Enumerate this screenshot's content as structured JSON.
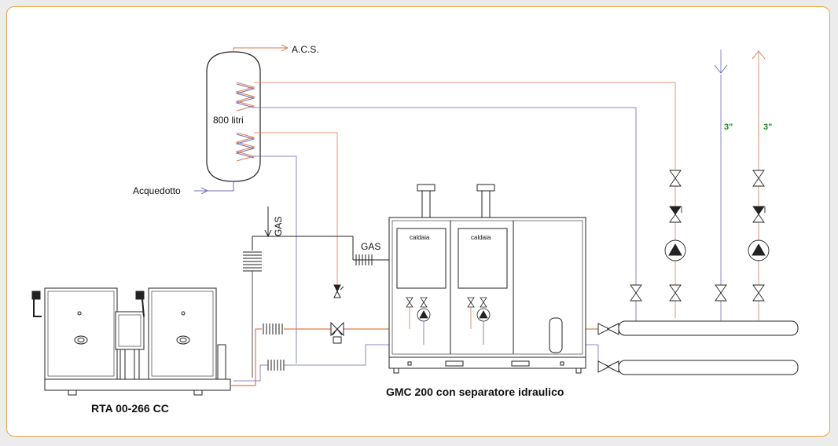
{
  "labels": {
    "acs": "A.C.S.",
    "tank_capacity": "800 litri",
    "aqueduct": "Acquedotto",
    "gas_vertical": "GAS",
    "gas_horizontal": "GAS",
    "boiler_left": "caldaia",
    "boiler_right": "caldaia",
    "pipe_size_left": "3\"",
    "pipe_size_right": "3\"",
    "unit_rta": "RTA 00-266 CC",
    "unit_gmc": "GMC 200 con separatore idraulico"
  },
  "colors": {
    "frame_border": "#f0a23c",
    "hot_pipe": "#e07a50",
    "cold_pipe": "#6a6ab8",
    "line": "#222222",
    "pipe_size_text": "#1e8a1e"
  }
}
